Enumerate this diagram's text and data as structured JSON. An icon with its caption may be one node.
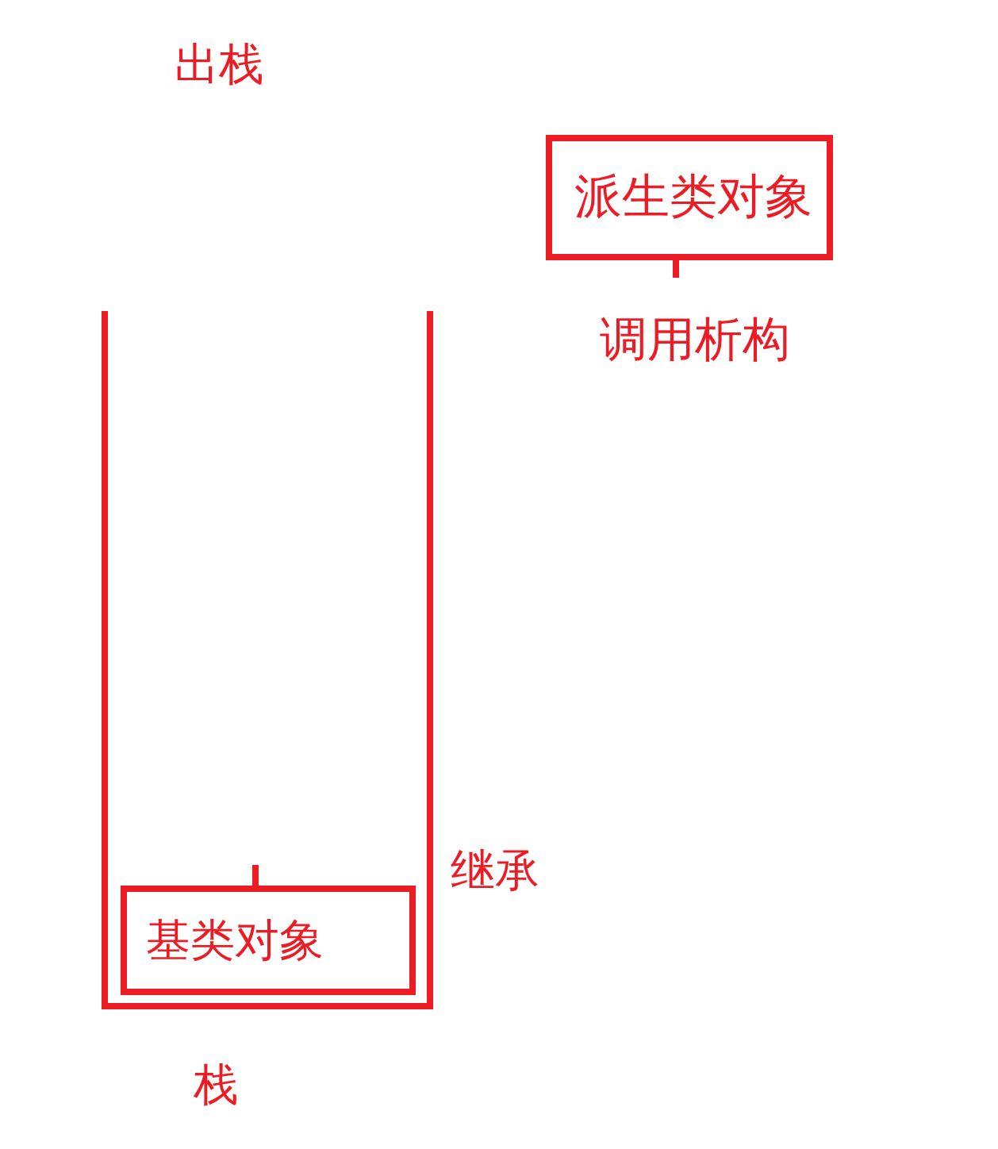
{
  "diagram": {
    "nodes": [
      {
        "text": [
          "栈"
        ]
      },
      {
        "text": [
          "基类对象"
        ],
        "in": 0
      },
      {
        "text": [
          "派生类对象"
        ],
        "beside": [
          "调用析构"
        ]
      }
    ],
    "labels": [
      "出栈",
      "继承"
    ]
  }
}
